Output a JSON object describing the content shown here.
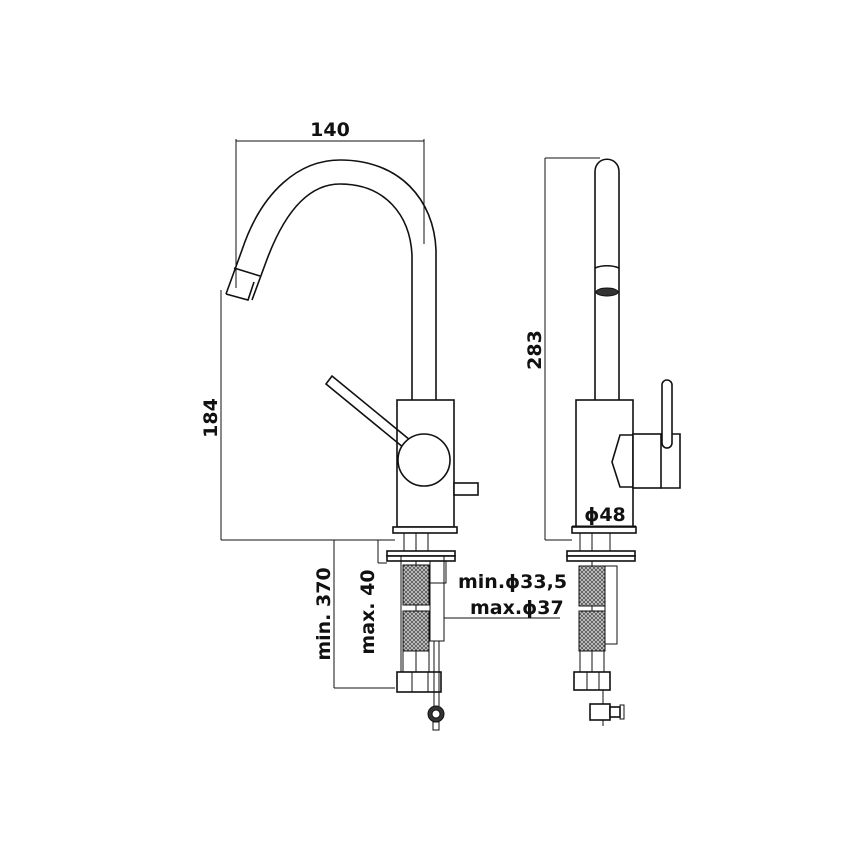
{
  "drawing": {
    "title": "Faucet technical dimension drawing",
    "views": [
      "front-view",
      "side-view"
    ],
    "line_color": "#111111",
    "background": "#ffffff"
  },
  "dimensions": {
    "spout_reach": "140",
    "spout_height": "184",
    "overall_height": "283",
    "base_diameter": "ϕ48",
    "hole_min_diameter": "min.ϕ33,5",
    "hole_max_diameter": "max.ϕ37",
    "max_deck_thickness": "max. 40",
    "min_hose_length": "min. 370"
  }
}
